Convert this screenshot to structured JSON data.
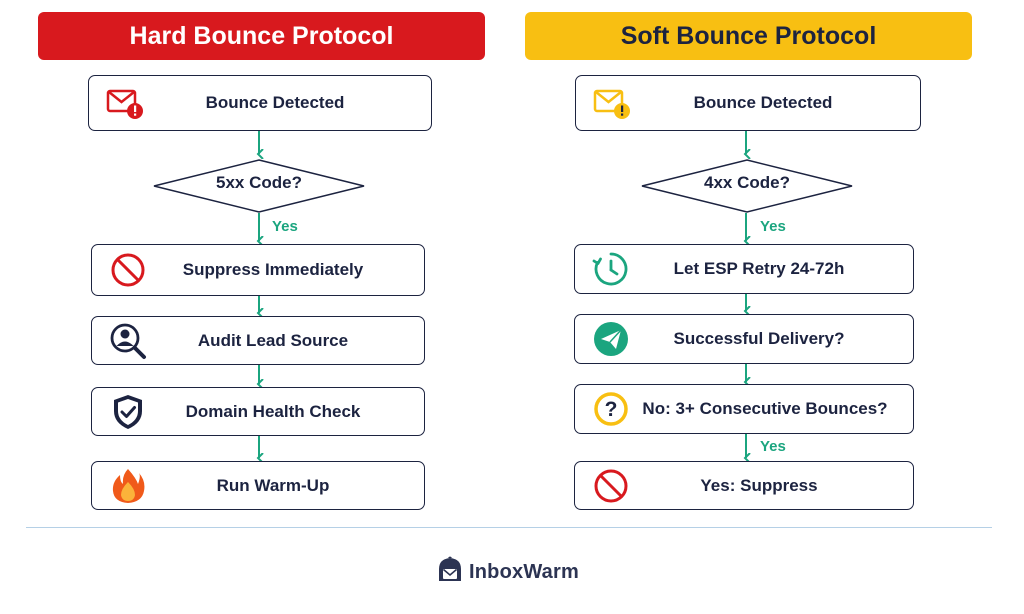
{
  "hard": {
    "title": "Hard Bounce Protocol",
    "detect": "Bounce Detected",
    "decision": "5xx Code?",
    "yes": "Yes",
    "steps": [
      "Suppress Immediately",
      "Audit Lead Source",
      "Domain Health Check",
      "Run Warm-Up"
    ]
  },
  "soft": {
    "title": "Soft Bounce Protocol",
    "detect": "Bounce Detected",
    "decision": "4xx Code?",
    "yes": "Yes",
    "steps": [
      "Let ESP Retry 24-72h",
      "Successful Delivery?",
      "No: 3+ Consecutive Bounces?",
      "Yes: Suppress"
    ],
    "yes2": "Yes"
  },
  "brand": {
    "name": "InboxWarm"
  },
  "colors": {
    "hard_red": "#d8191e",
    "soft_yellow": "#f8bf12",
    "navy": "#1c2340",
    "arrow_green": "#1ba57f"
  },
  "icons": {
    "hard": [
      "envelope-alert-red-icon",
      "no-entry-icon",
      "user-search-icon",
      "shield-check-icon",
      "flame-icon"
    ],
    "soft": [
      "envelope-alert-yellow-icon",
      "clock-refresh-icon",
      "paper-plane-icon",
      "question-icon",
      "no-entry-icon"
    ]
  }
}
